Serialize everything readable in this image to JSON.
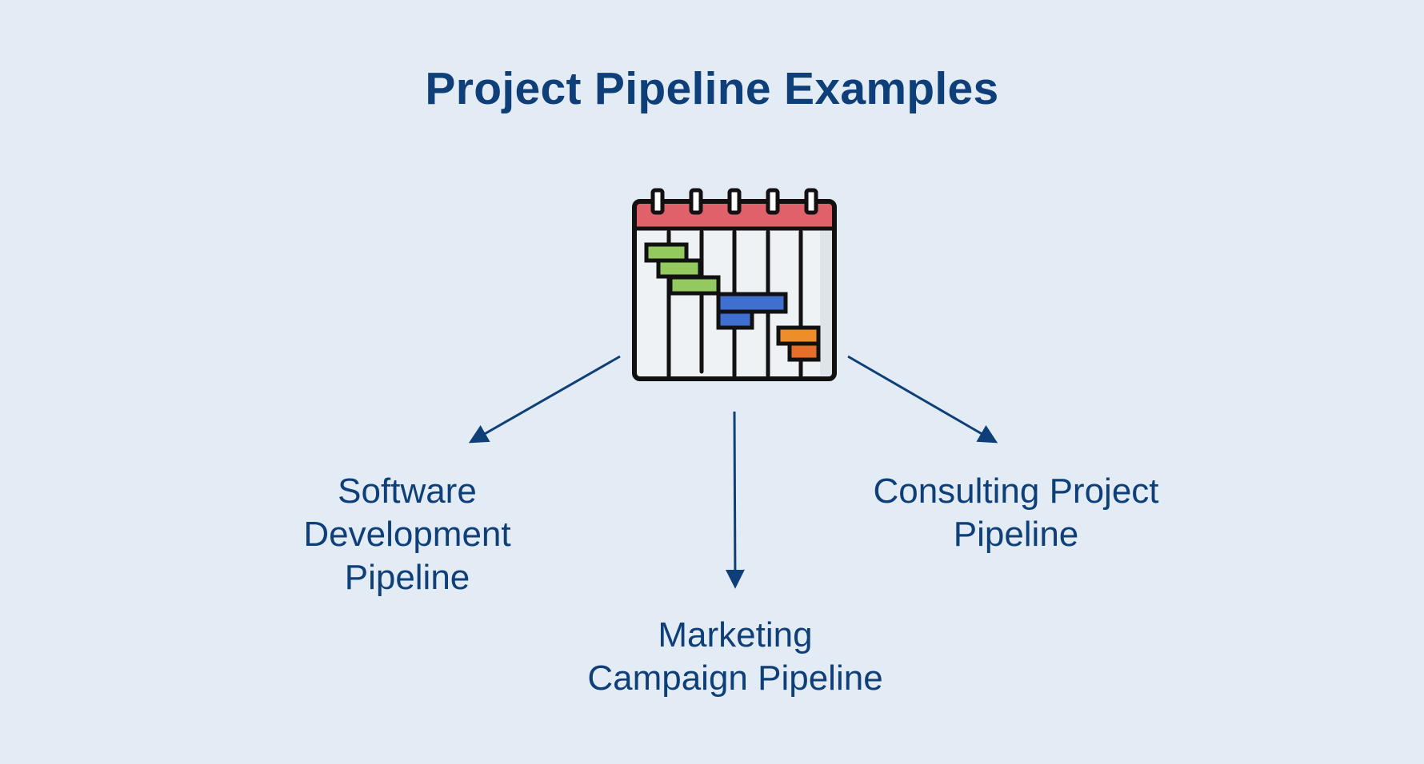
{
  "title": "Project Pipeline Examples",
  "center_icon": "gantt-chart-calendar-icon",
  "branches": [
    {
      "id": "software",
      "label_line1": "Software",
      "label_line2": "Development",
      "label_line3": "Pipeline"
    },
    {
      "id": "marketing",
      "label_line1": "Marketing",
      "label_line2": "Campaign Pipeline"
    },
    {
      "id": "consulting",
      "label_line1": "Consulting Project",
      "label_line2": "Pipeline"
    }
  ],
  "colors": {
    "background": "#e3ebf4",
    "text": "#0f3f78",
    "arrow": "#0f3f78",
    "calendar_header": "#e0616a",
    "calendar_body": "#eef2f5",
    "bar_green": "#93c95f",
    "bar_blue": "#3f6fcf",
    "bar_orange": "#ee8e2b",
    "bar_orange_dark": "#e56e2a",
    "outline": "#111111"
  }
}
